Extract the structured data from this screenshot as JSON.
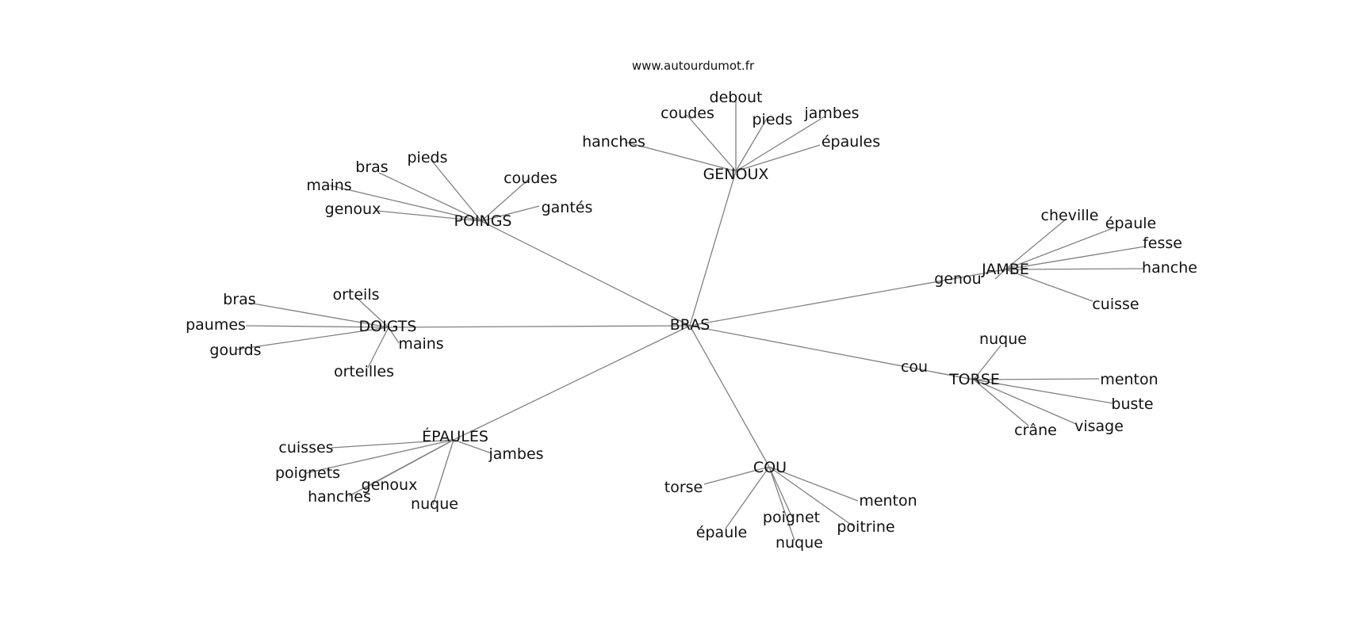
{
  "site": "www.autourdumot.fr",
  "center": "BRAS",
  "hubs": [
    {
      "id": "poings",
      "label": "POINGS",
      "leaves": [
        "bras",
        "pieds",
        "mains",
        "genoux",
        "coudes",
        "gantés"
      ]
    },
    {
      "id": "genoux",
      "label": "GENOUX",
      "leaves": [
        "coudes",
        "debout",
        "pieds",
        "jambes",
        "hanches",
        "épaules"
      ]
    },
    {
      "id": "jambe",
      "label": "JAMBE",
      "leaves": [
        "cheville",
        "épaule",
        "fesse",
        "hanche",
        "genou",
        "cuisse"
      ]
    },
    {
      "id": "doigts",
      "label": "DOIGTS",
      "leaves": [
        "bras",
        "orteils",
        "paumes",
        "gourds",
        "mains",
        "orteilles"
      ]
    },
    {
      "id": "torse",
      "label": "TORSE",
      "leaves": [
        "nuque",
        "cou",
        "menton",
        "buste",
        "visage",
        "crâne"
      ]
    },
    {
      "id": "epaules",
      "label": "ÉPAULES",
      "leaves": [
        "cuisses",
        "jambes",
        "poignets",
        "genoux",
        "hanches",
        "nuque"
      ]
    },
    {
      "id": "cou",
      "label": "COU",
      "leaves": [
        "torse",
        "menton",
        "poignet",
        "poitrine",
        "épaule",
        "nuque"
      ]
    }
  ]
}
